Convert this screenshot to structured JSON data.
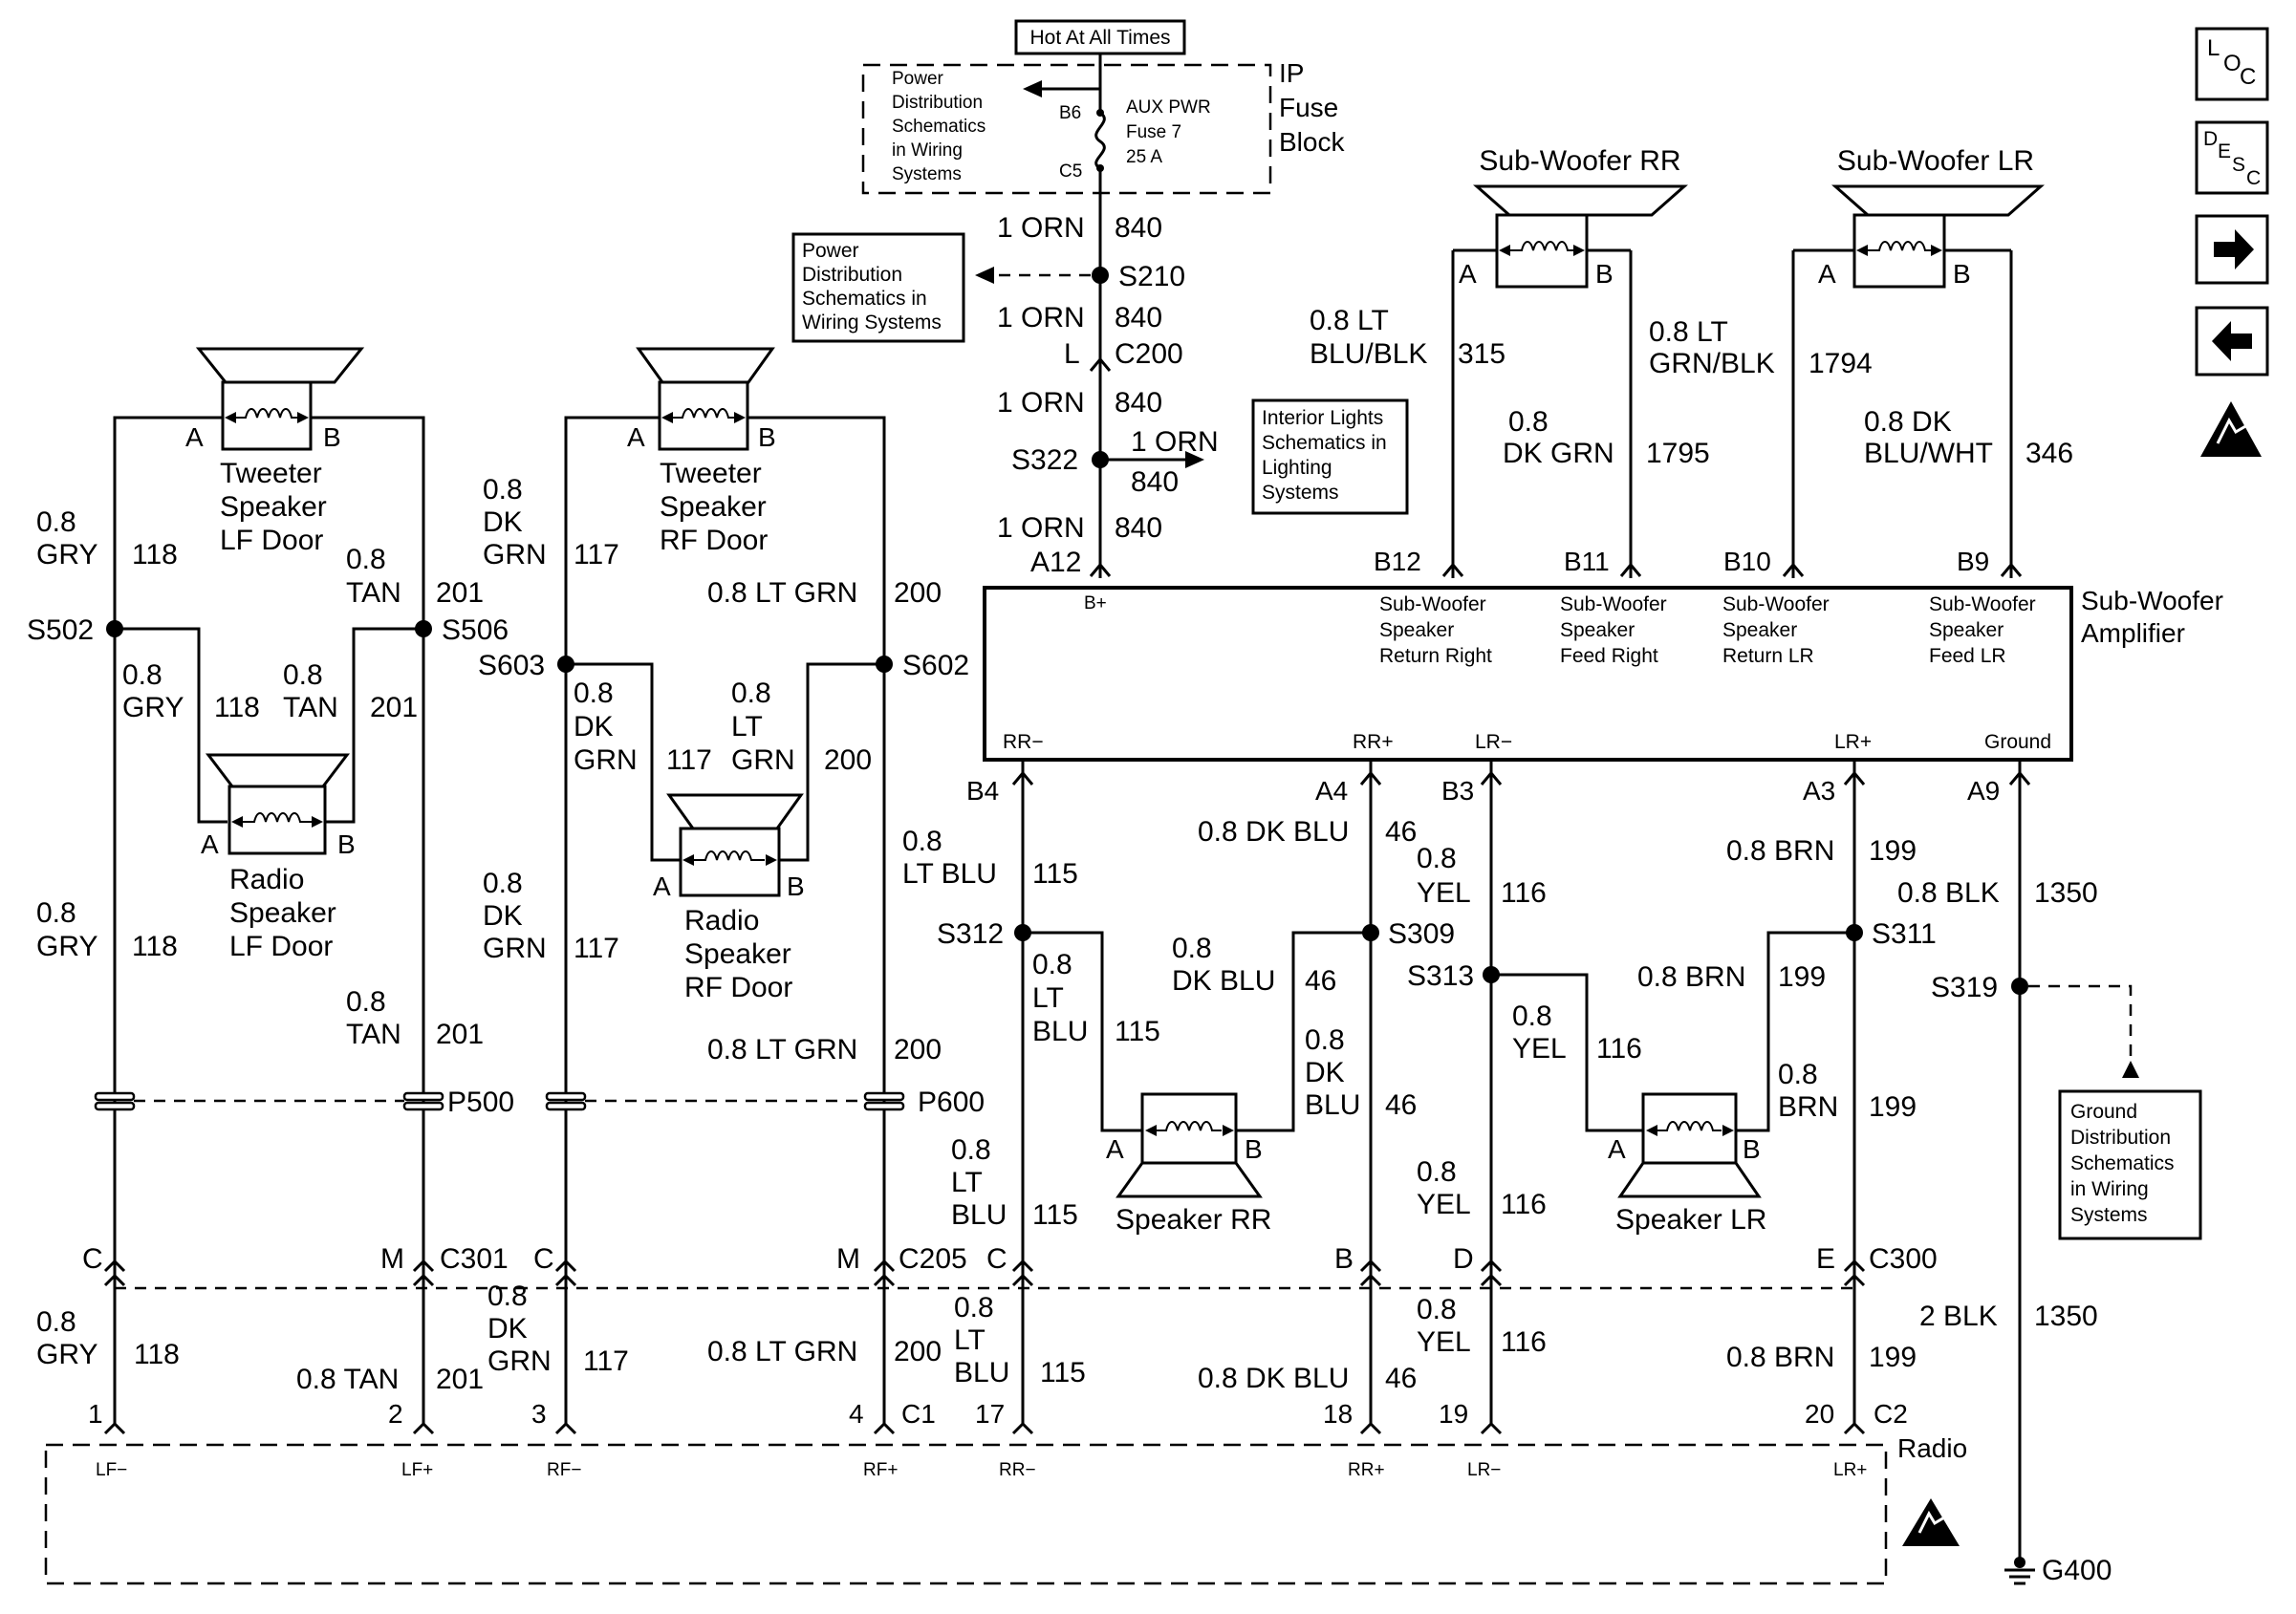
{
  "sources": {
    "hot": "Hot At All Times",
    "fuse_block": [
      "IP",
      "Fuse",
      "Block"
    ],
    "b6": "B6",
    "c5": "C5",
    "fuse": [
      "AUX PWR",
      "Fuse 7",
      "25 A"
    ],
    "pd_ref1": [
      "Power",
      "Distribution",
      "Schematics",
      "in Wiring",
      "Systems"
    ],
    "pd_ref2": [
      "Power",
      "Distribution",
      "Schematics in",
      "Wiring Systems"
    ],
    "interior_ref": [
      "Interior Lights",
      "Schematics in",
      "Lighting",
      "Systems"
    ],
    "ground_ref": [
      "Ground",
      "Distribution",
      "Schematics",
      "in Wiring",
      "Systems"
    ]
  },
  "power_feed": {
    "w1": "1 ORN",
    "c1": "840",
    "s210": "S210",
    "w2": "1 ORN",
    "c2": "840",
    "l": "L",
    "c200": "C200",
    "w3": "1 ORN",
    "c3": "840",
    "s322": "S322",
    "w4": "1 ORN",
    "c4": "840",
    "w5": "1 ORN",
    "c5": "840",
    "a12": "A12"
  },
  "subwoofers": {
    "rr_title": "Sub-Woofer RR",
    "lr_title": "Sub-Woofer LR",
    "a": "A",
    "b": "B",
    "rr_a_wire": [
      "0.8 LT",
      "BLU/BLK"
    ],
    "rr_a_circuit": "315",
    "rr_b_wire": [
      "0.8",
      "DK GRN"
    ],
    "rr_b_circuit": "1795",
    "lr_a_wire": [
      "0.8 LT",
      "GRN/BLK"
    ],
    "lr_a_circuit": "1794",
    "lr_b_wire": [
      "0.8 DK",
      "BLU/WHT"
    ],
    "lr_b_circuit": "346",
    "pins": [
      "B12",
      "B11",
      "B10",
      "B9"
    ]
  },
  "amplifier": {
    "title": [
      "Sub-Woofer",
      "Amplifier"
    ],
    "bplus": "B+",
    "ret_right": [
      "Sub-Woofer",
      "Speaker",
      "Return Right"
    ],
    "feed_right": [
      "Sub-Woofer",
      "Speaker",
      "Feed Right"
    ],
    "ret_lr": [
      "Sub-Woofer",
      "Speaker",
      "Return LR"
    ],
    "feed_lr": [
      "Sub-Woofer",
      "Speaker",
      "Feed LR"
    ],
    "rr_minus": "RR−",
    "rr_plus": "RR+",
    "lr_minus": "LR−",
    "lr_plus": "LR+",
    "ground": "Ground",
    "pins": [
      "B4",
      "A4",
      "B3",
      "A3",
      "A9"
    ]
  },
  "front": {
    "tweeter_lf": [
      "Tweeter",
      "Speaker",
      "LF Door"
    ],
    "tweeter_rf": [
      "Tweeter",
      "Speaker",
      "RF Door"
    ],
    "radio_lf": [
      "Radio",
      "Speaker",
      "LF Door"
    ],
    "radio_rf": [
      "Radio",
      "Speaker",
      "RF Door"
    ],
    "gry_wire": [
      "0.8",
      "GRY"
    ],
    "c118": "118",
    "tan_wire": [
      "0.8",
      "TAN"
    ],
    "c201": "201",
    "dkgrn_wire": [
      "0.8",
      "DK",
      "GRN"
    ],
    "c117": "117",
    "ltgrn_wire": "0.8 LT GRN",
    "c200": "200",
    "ltgrn_stack": [
      "0.8",
      "LT",
      "GRN"
    ],
    "s502": "S502",
    "s506": "S506",
    "s603": "S603",
    "s602": "S602",
    "p500": "P500",
    "p600": "P600"
  },
  "rear": {
    "ltblu": [
      "0.8",
      "LT BLU"
    ],
    "ltblu3": [
      "0.8",
      "LT",
      "BLU"
    ],
    "c115": "115",
    "dkblu": "0.8 DK BLU",
    "dkblu2": [
      "0.8",
      "DK BLU"
    ],
    "dkblu3": [
      "0.8",
      "DK",
      "BLU"
    ],
    "c46": "46",
    "yel": [
      "0.8",
      "YEL"
    ],
    "c116": "116",
    "brn": "0.8 BRN",
    "brn2": [
      "0.8",
      "BRN"
    ],
    "c199": "199",
    "blk": "0.8 BLK",
    "c1350": "1350",
    "s312": "S312",
    "s309": "S309",
    "s313": "S313",
    "s311": "S311",
    "s319": "S319",
    "speaker_rr": "Speaker RR",
    "speaker_lr": "Speaker LR"
  },
  "connectors": {
    "c": "C",
    "m": "M",
    "b": "B",
    "d": "D",
    "e": "E",
    "c301": "C301",
    "c205": "C205",
    "c300": "C300",
    "blk2": "2 BLK",
    "tan_single": "0.8 TAN",
    "radio_pins": [
      "1",
      "2",
      "3",
      "4",
      "17",
      "18",
      "19",
      "20"
    ],
    "c1": "C1",
    "c2": "C2"
  },
  "radio": {
    "title": "Radio",
    "pins": [
      "LF−",
      "LF+",
      "RF−",
      "RF+",
      "RR−",
      "RR+",
      "LR−",
      "LR+"
    ]
  },
  "ground": {
    "g400": "G400"
  },
  "nav": {
    "loc": [
      "L",
      "O",
      "C"
    ],
    "desc": [
      "D",
      "E",
      "S",
      "C"
    ]
  }
}
